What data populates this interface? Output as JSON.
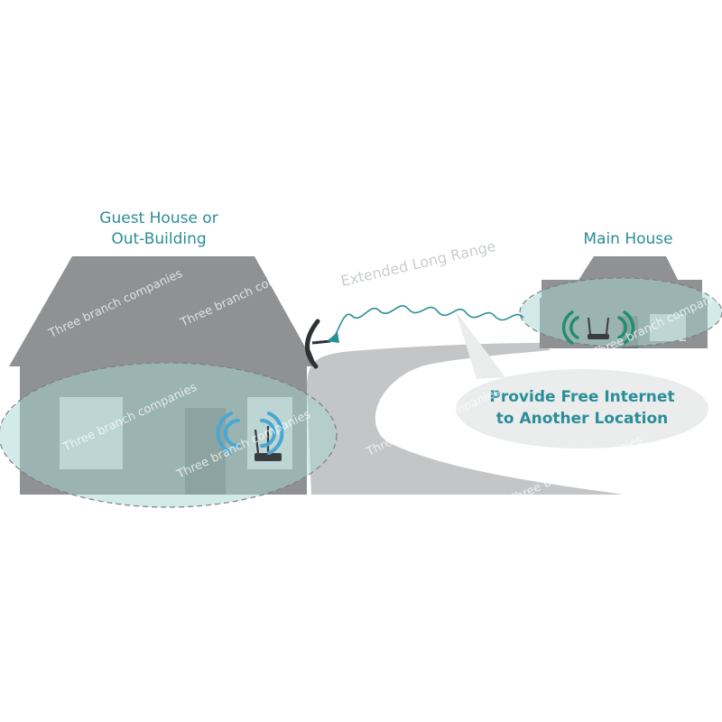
{
  "labels": {
    "guest_house": "Guest House or\nOut-Building",
    "main_house": "Main House",
    "extended_range": "Extended Long Range",
    "callout": "Provide Free Internet\nto Another Location"
  },
  "watermark": "Three branch companies",
  "colors": {
    "house": "#8f9193",
    "ground": "#c3c5c7",
    "coverage": "#a7d8d2",
    "wifi_waves": "#4aa6d2",
    "signal_line": "#2a8e99",
    "label_text": "#2a8e99",
    "callout_bubble": "#ebecec"
  }
}
